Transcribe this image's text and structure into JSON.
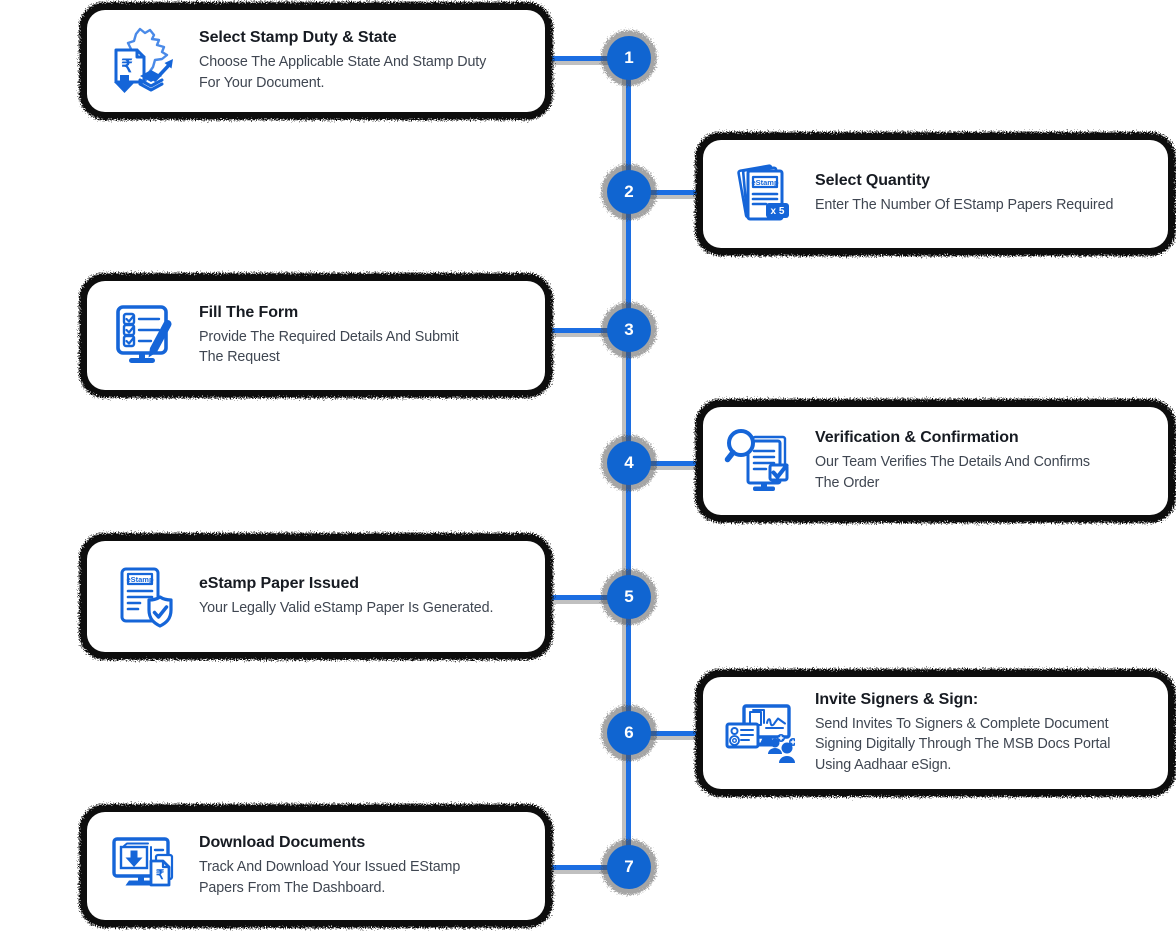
{
  "colors": {
    "accent_blue": "#1565d8",
    "circle_blue": "#1065d1",
    "line_blue": "#1c6ee2",
    "card_border_black": "#0c0c0c",
    "title_text": "#171b22",
    "body_text": "#3f4651",
    "card_background": "#ffffff"
  },
  "timeline": {
    "orientation": "vertical",
    "node_count": 7
  },
  "steps": [
    {
      "number": "1",
      "side": "left",
      "icon": "india-map-stamp-duty-icon",
      "icon_text": "₹",
      "title": "Select Stamp Duty & State",
      "description": "Choose The Applicable State And Stamp Duty\nFor Your Document."
    },
    {
      "number": "2",
      "side": "right",
      "icon": "estamp-papers-stack-icon",
      "icon_label": "eStamp",
      "icon_badge": "x 5",
      "title": "Select Quantity",
      "description": "Enter The Number Of EStamp Papers Required"
    },
    {
      "number": "3",
      "side": "left",
      "icon": "checklist-pen-icon",
      "title": "Fill The Form",
      "description": "Provide The Required Details And Submit\nThe Request"
    },
    {
      "number": "4",
      "side": "right",
      "icon": "magnifier-document-check-icon",
      "title": "Verification & Confirmation",
      "description": "Our Team Verifies The Details And Confirms\nThe Order"
    },
    {
      "number": "5",
      "side": "left",
      "icon": "estamp-document-shield-icon",
      "icon_label": "eStamp",
      "title": "eStamp Paper Issued",
      "description": "Your Legally Valid eStamp Paper Is Generated."
    },
    {
      "number": "6",
      "side": "right",
      "icon": "monitor-signature-invite-icon",
      "title": "Invite Signers & Sign:",
      "description": "Send Invites To Signers & Complete Document\nSigning Digitally Through The MSB Docs Portal\nUsing Aadhaar eSign."
    },
    {
      "number": "7",
      "side": "left",
      "icon": "monitor-download-rupee-icon",
      "icon_text": "₹",
      "title": "Download Documents",
      "description": "Track And Download Your Issued EStamp\nPapers From The Dashboard."
    }
  ]
}
